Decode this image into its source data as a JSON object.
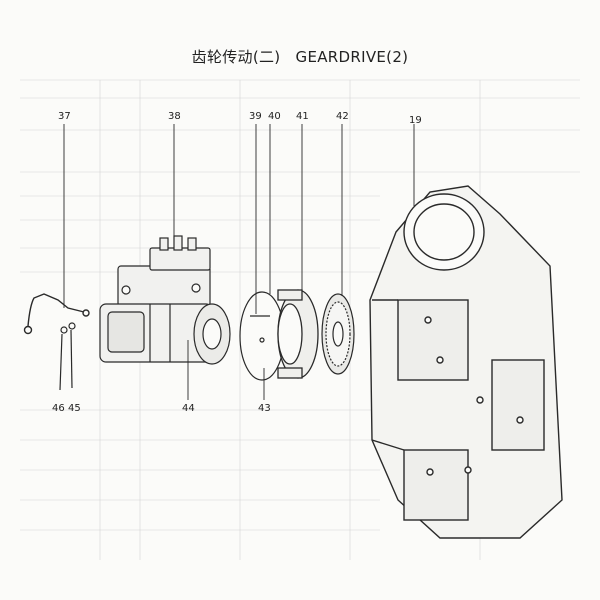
{
  "title": {
    "chinese": "齿轮传动(二)",
    "english": "GEARDRIVE(2)"
  },
  "callouts": [
    {
      "id": "37",
      "label": "37"
    },
    {
      "id": "38",
      "label": "38"
    },
    {
      "id": "39",
      "label": "39"
    },
    {
      "id": "40",
      "label": "40"
    },
    {
      "id": "41",
      "label": "41"
    },
    {
      "id": "42",
      "label": "42"
    },
    {
      "id": "19",
      "label": "19"
    },
    {
      "id": "46",
      "label": "46"
    },
    {
      "id": "45",
      "label": "45"
    },
    {
      "id": "44",
      "label": "44"
    },
    {
      "id": "43",
      "label": "43"
    }
  ],
  "colors": {
    "line": "#2a2a2a",
    "faint": "#c9c9c9"
  }
}
